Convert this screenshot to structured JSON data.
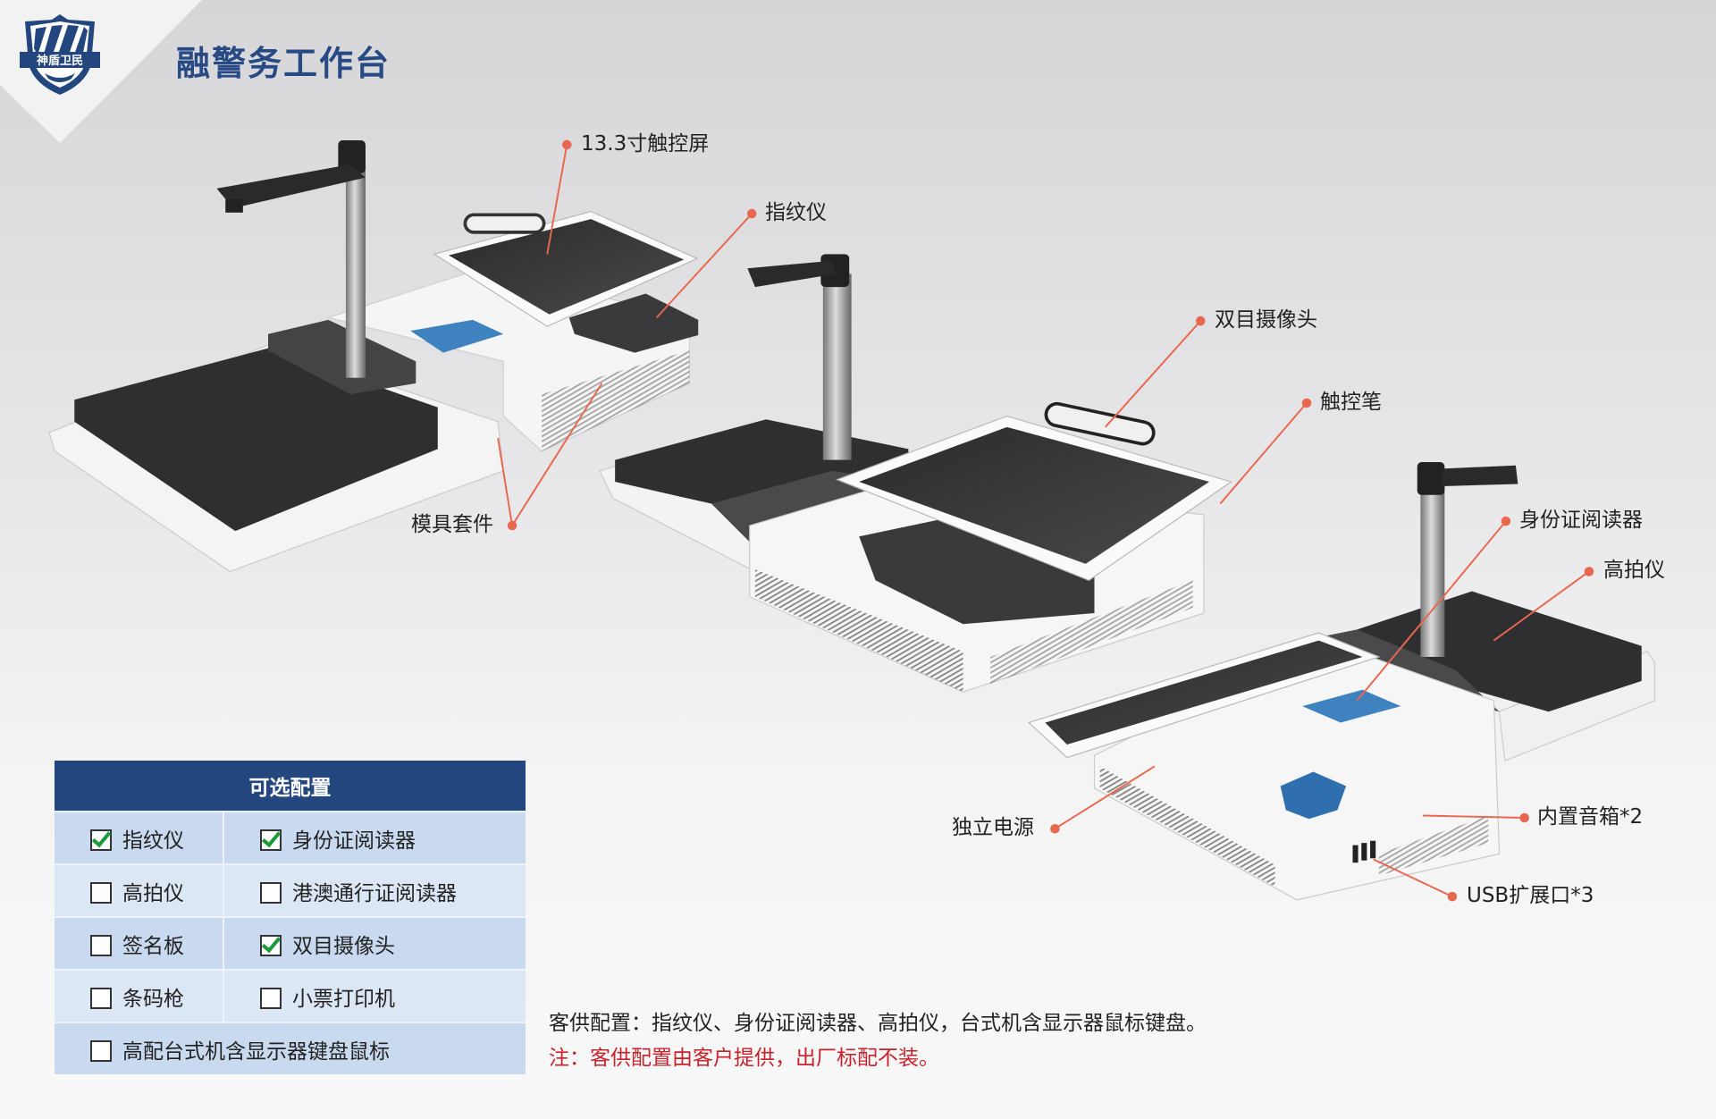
{
  "header": {
    "title": "融警务工作台",
    "logo_text": "神盾卫民"
  },
  "callouts": {
    "touchscreen": "13.3寸触控屏",
    "fingerprint": "指纹仪",
    "binocular_camera": "双目摄像头",
    "stylus": "触控笔",
    "id_reader": "身份证阅读器",
    "document_camera": "高拍仪",
    "mold_kit": "模具套件",
    "power_supply": "独立电源",
    "speakers": "内置音箱*2",
    "usb": "USB扩展口*3"
  },
  "config_table": {
    "title": "可选配置",
    "rows": [
      [
        {
          "label": "指纹仪",
          "checked": true
        },
        {
          "label": "身份证阅读器",
          "checked": true
        }
      ],
      [
        {
          "label": "高拍仪",
          "checked": false
        },
        {
          "label": "港澳通行证阅读器",
          "checked": false
        }
      ],
      [
        {
          "label": "签名板",
          "checked": false
        },
        {
          "label": "双目摄像头",
          "checked": true
        }
      ],
      [
        {
          "label": "条码枪",
          "checked": false
        },
        {
          "label": "小票打印机",
          "checked": false
        }
      ]
    ],
    "full_row": {
      "label": "高配台式机含显示器键盘鼠标",
      "checked": false
    }
  },
  "notes": {
    "customer_supplied": "客供配置：指纹仪、身份证阅读器、高拍仪，台式机含显示器鼠标键盘。",
    "warning": "注：客供配置由客户提供，出厂标配不装。"
  },
  "colors": {
    "brand": "#23467f",
    "callout": "#e8674f",
    "warning": "#c8232d"
  }
}
